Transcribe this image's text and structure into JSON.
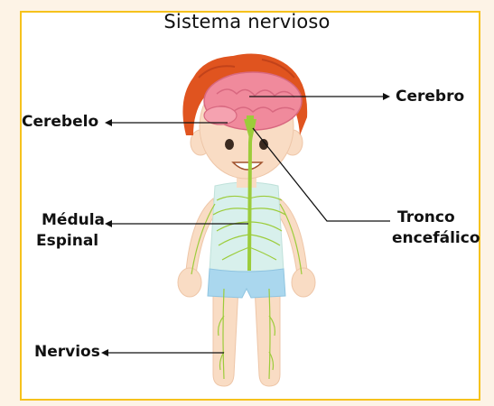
{
  "title": "Sistema nervioso",
  "labels": {
    "cerebro": "Cerebro",
    "cerebelo": "Cerebelo",
    "medula_line1": "Médula",
    "medula_line2": "Espinal",
    "tronco_line1": "Tronco",
    "tronco_line2": "encefálico",
    "nervios": "Nervios"
  },
  "colors": {
    "frame_border": "#f6c21c",
    "background": "#fdf3e6",
    "hair": "#e0541f",
    "skin": "#f9dcc4",
    "brain": "#f08a9c",
    "nerve": "#9ccc3a",
    "shirt": "#d8f0ec",
    "shorts": "#aad7ee"
  }
}
